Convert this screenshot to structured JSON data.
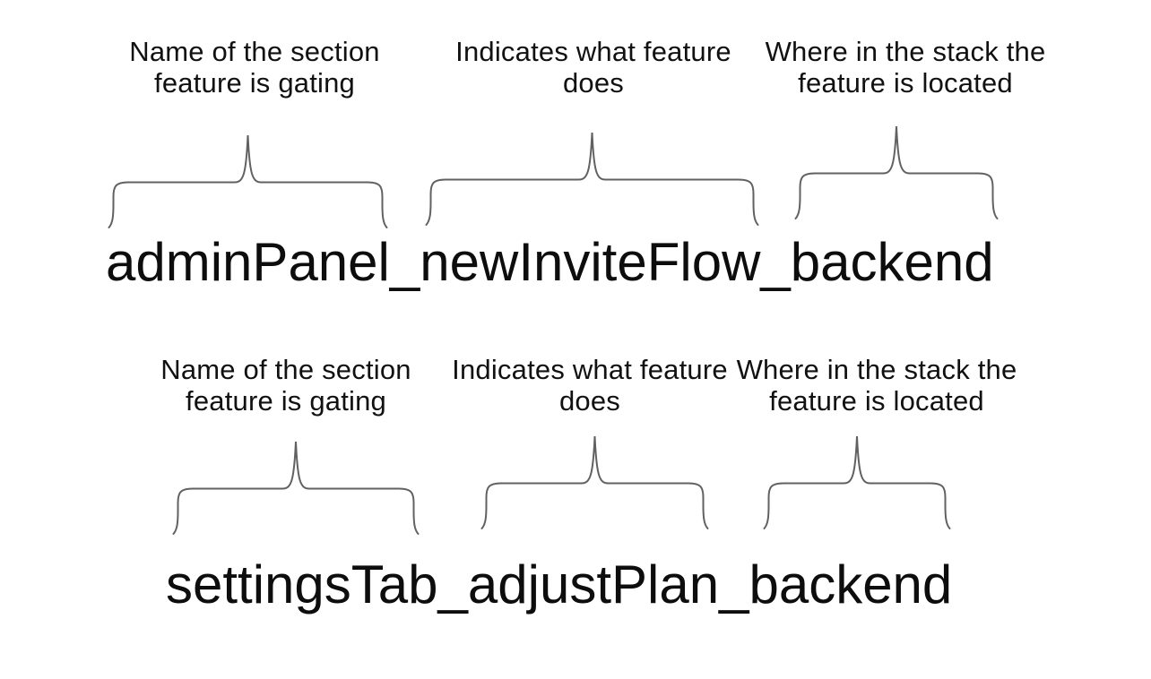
{
  "colors": {
    "background": "#ffffff",
    "text": "#0d0d0d",
    "brace_stroke": "#616161"
  },
  "examples": [
    {
      "flag_name": "adminPanel_newInviteFlow_backend",
      "segments": [
        {
          "covers": "adminPanel",
          "lines": [
            "Name of the section",
            "feature is gating"
          ]
        },
        {
          "covers": "newInviteFlow",
          "lines": [
            "Indicates what feature",
            "does"
          ]
        },
        {
          "covers": "backend",
          "lines": [
            "Where in the stack the",
            "feature is located"
          ]
        }
      ]
    },
    {
      "flag_name": "settingsTab_adjustPlan_backend",
      "segments": [
        {
          "covers": "settingsTab",
          "lines": [
            "Name of the section",
            "feature is gating"
          ]
        },
        {
          "covers": "adjustPlan",
          "lines": [
            "Indicates what feature",
            "does"
          ]
        },
        {
          "covers": "backend",
          "lines": [
            "Where in the stack the",
            "feature is located"
          ]
        }
      ]
    }
  ]
}
